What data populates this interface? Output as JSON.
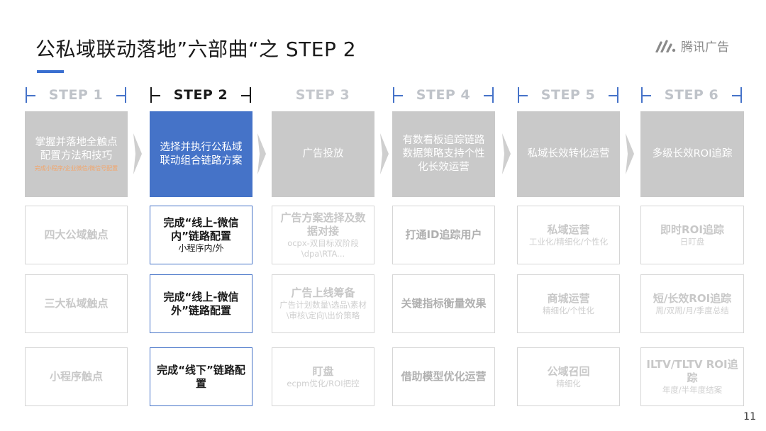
{
  "title": "公私域联动落地”六部曲“之 STEP 2",
  "logo": {
    "icon": "tencent-ads-logo-icon",
    "text": "腾讯广告"
  },
  "steps": [
    {
      "label": "STEP 1",
      "top_line1": "掌握并落地全触点",
      "top_line2": "配置方法和技巧",
      "top_sub": "完成小程序/企业微信/微信号配置"
    },
    {
      "label": "STEP 2",
      "top_line1": "选择并执行公私域",
      "top_line2": "联动组合链路方案"
    },
    {
      "label": "STEP 3",
      "top_line1": "广告投放"
    },
    {
      "label": "STEP 4",
      "top_line1": "有数看板追踪链路",
      "top_line2": "数据策略支持个性",
      "top_line3": "化长效运营"
    },
    {
      "label": "STEP 5",
      "top_line1": "私域长效转化运营"
    },
    {
      "label": "STEP 6",
      "top_line1": "多级长效ROI追踪"
    }
  ],
  "rows": [
    [
      {
        "main": "四大公域触点"
      },
      {
        "main": "完成“线上-微信内”链路配置",
        "sub": "小程序内/外"
      },
      {
        "main": "广告方案选择及数据对接",
        "sub": "ocpx-双目标双阶段\\dpa\\RTA..."
      },
      {
        "main": "打通ID追踪用户"
      },
      {
        "main": "私域运营",
        "sub": "工业化/精细化/个性化"
      },
      {
        "main": "即时ROI追踪",
        "sub": "日盯盘"
      }
    ],
    [
      {
        "main": "三大私域触点"
      },
      {
        "main": "完成“线上-微信外”链路配置"
      },
      {
        "main": "广告上线筹备",
        "sub": "广告计划数量\\选品\\素材\\审核\\定向\\出价策略"
      },
      {
        "main": "关键指标衡量效果"
      },
      {
        "main": "商城运营",
        "sub": "精细化/个性化"
      },
      {
        "main": "短/长效ROI追踪",
        "sub": "周/双周/月/季度总结"
      }
    ],
    [
      {
        "main": "小程序触点"
      },
      {
        "main": "完成“线下”链路配置"
      },
      {
        "main": "盯盘",
        "sub": "ecpm优化/ROI把控"
      },
      {
        "main": "借助模型优化运营"
      },
      {
        "main": "公域召回",
        "sub": "精细化"
      },
      {
        "main": "ILTV/TLTV ROI追踪",
        "sub": "年度/半年度结案"
      }
    ]
  ],
  "page_number": "11"
}
